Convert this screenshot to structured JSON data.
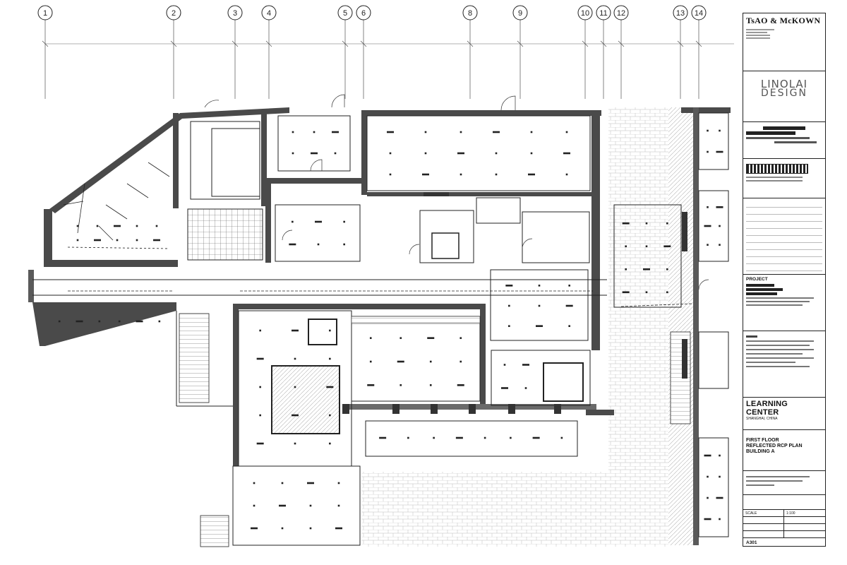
{
  "grid": {
    "labels": [
      "1",
      "2",
      "3",
      "4",
      "5",
      "6",
      "8",
      "9",
      "10",
      "11",
      "12",
      "13",
      "14"
    ]
  },
  "titleblock": {
    "firm": "TsAO & McKOWN",
    "logo_line1": "LINOLAI",
    "logo_line2": "DESIGN",
    "project_heading": "PROJECT",
    "project_name": "LEARNING CENTER",
    "project_location": "SHANGHAI, CHINA",
    "drawing_title": "FIRST FLOOR\nREFLECTED RCP PLAN\nBUILDING A",
    "scale_label": "SCALE",
    "scale_value": "1:100",
    "sheet_no": "A301"
  },
  "colors": {
    "wall": "#4a4a4a",
    "line": "#222222",
    "hatch": "#9a9a9a"
  }
}
